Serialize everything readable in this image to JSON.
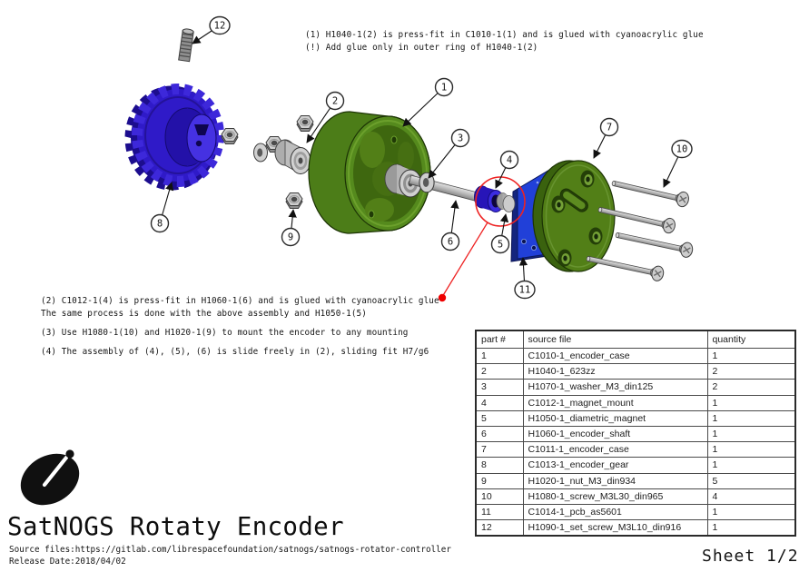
{
  "top_note": {
    "line1": "(1) H1040-1(2) is press-fit in C1010-1(1) and is glued with cyanoacrylic glue",
    "line2": "(!) Add glue only in outer ring of H1040-1(2)"
  },
  "notes": {
    "n2_line1": "(2) C1012-1(4) is press-fit in H1060-1(6) and is glued with cyanoacrylic glue",
    "n2_line2": "The same process is done with the above assembly and H1050-1(5)",
    "n3": "(3) Use H1080-1(10) and H1020-1(9) to mount the encoder to any mounting",
    "n4": "(4) The assembly of (4), (5), (6) is slide freely in (2), sliding fit H7/g6"
  },
  "diagram": {
    "callouts": {
      "c1": "1",
      "c2": "2",
      "c3": "3",
      "c4": "4",
      "c5": "5",
      "c6": "6",
      "c7": "7",
      "c8": "8",
      "c9": "9",
      "c10": "10",
      "c11": "11",
      "c12": "12"
    },
    "colors": {
      "gear_blue": "#3d28da",
      "case_green": "#527f17",
      "pcb_blue": "#2140d8",
      "steel_gray": "#c9c9c9",
      "accent_red": "#ee2222"
    }
  },
  "parts_table": {
    "headers": [
      "part #",
      "source file",
      "quantity"
    ],
    "rows": [
      {
        "part": "1",
        "file": "C1010-1_encoder_case",
        "qty": "1"
      },
      {
        "part": "2",
        "file": "H1040-1_623zz",
        "qty": "2"
      },
      {
        "part": "3",
        "file": "H1070-1_washer_M3_din125",
        "qty": "2"
      },
      {
        "part": "4",
        "file": "C1012-1_magnet_mount",
        "qty": "1"
      },
      {
        "part": "5",
        "file": "H1050-1_diametric_magnet",
        "qty": "1"
      },
      {
        "part": "6",
        "file": "H1060-1_encoder_shaft",
        "qty": "1"
      },
      {
        "part": "7",
        "file": "C1011-1_encoder_case",
        "qty": "1"
      },
      {
        "part": "8",
        "file": "C1013-1_encoder_gear",
        "qty": "1"
      },
      {
        "part": "9",
        "file": "H1020-1_nut_M3_din934",
        "qty": "5"
      },
      {
        "part": "10",
        "file": "H1080-1_screw_M3L30_din965",
        "qty": "4"
      },
      {
        "part": "11",
        "file": "C1014-1_pcb_as5601",
        "qty": "1"
      },
      {
        "part": "12",
        "file": "H1090-1_set_screw_M3L10_din916",
        "qty": "1"
      }
    ]
  },
  "footer": {
    "title": "SatNOGS Rotaty Encoder",
    "source": "Source files:https://gitlab.com/librespacefoundation/satnogs/satnogs-rotator-controller",
    "release": "Release Date:2018/04/02",
    "sheet": "Sheet 1/2"
  }
}
